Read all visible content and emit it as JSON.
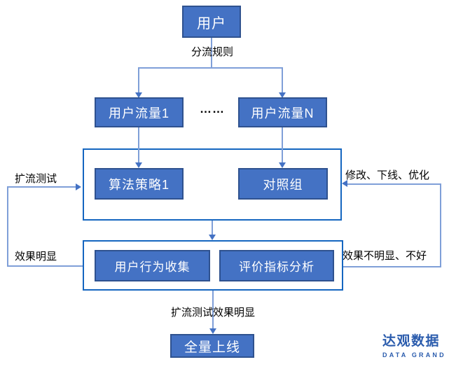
{
  "diagram": {
    "nodes": {
      "user": "用户",
      "traffic_1": "用户流量1",
      "traffic_n": "用户流量N",
      "algorithm_strategy_1": "算法策略1",
      "control_group": "对照组",
      "behavior_collection": "用户行为收集",
      "metric_analysis": "评价指标分析",
      "full_launch": "全量上线"
    },
    "labels": {
      "split_rule": "分流规则",
      "ellipsis": "……",
      "expand_test": "扩流测试",
      "effect_obvious": "效果明显",
      "modify_offline_optimize": "修改、下线、优化",
      "effect_not_obvious": "效果不明显、不好",
      "expand_test_effect_obvious": "扩流测试效果明显"
    },
    "colors": {
      "node_fill": "#4472C4",
      "node_border": "#2F528F",
      "group_border": "#1566C0",
      "connector": "#7F9FD8",
      "arrowhead": "#4472C4",
      "node_text": "#FFFFFF",
      "label_text": "#000000",
      "logo_text": "#2B5CAD"
    }
  },
  "logo": {
    "name_cn": "达观数据",
    "name_en": "DATA GRAND"
  }
}
